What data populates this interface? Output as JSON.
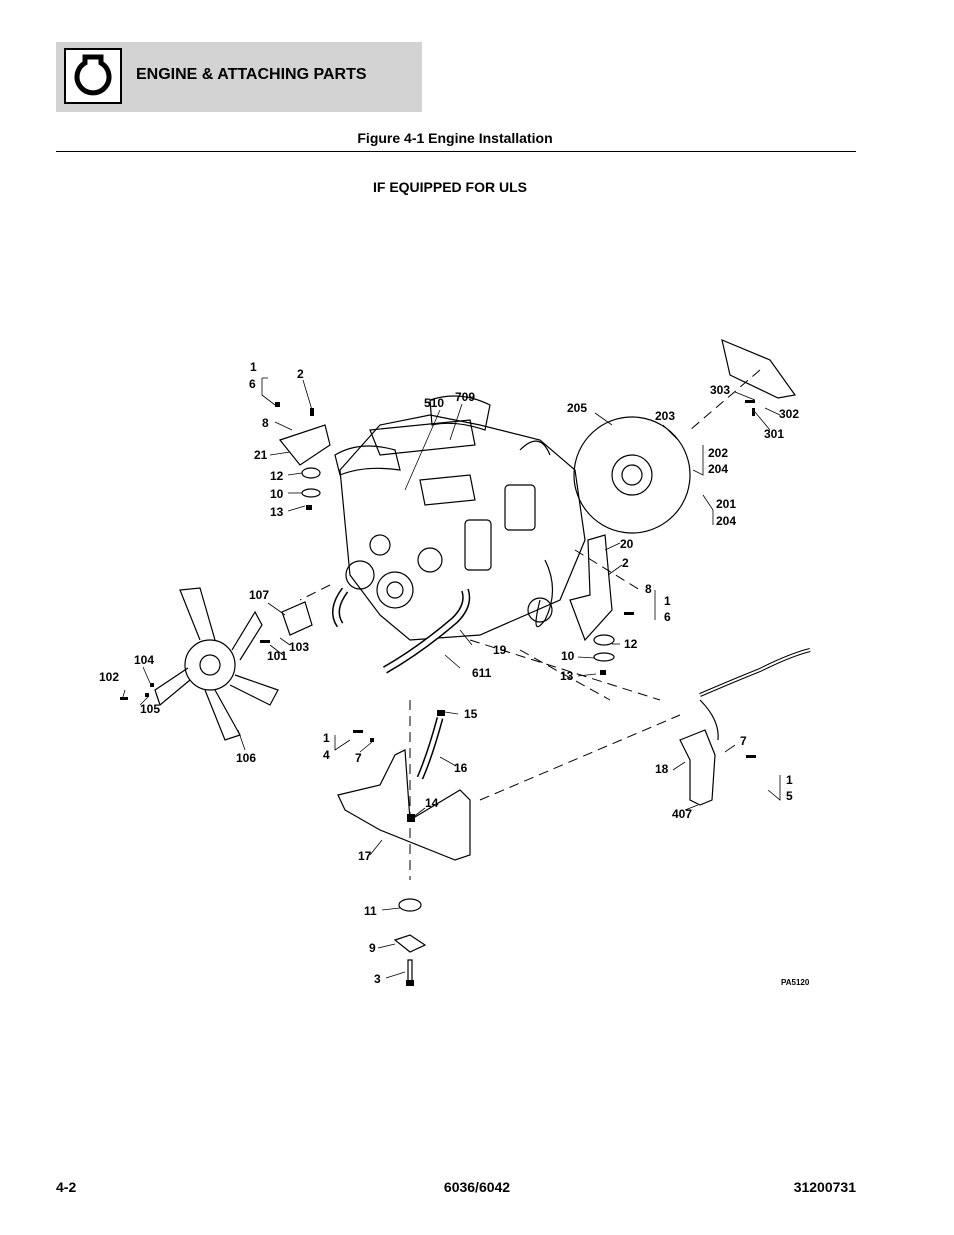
{
  "header": {
    "section_title": "ENGINE & ATTACHING PARTS",
    "icon": "engine-block-icon"
  },
  "figure": {
    "title": "Figure 4-1 Engine Installation",
    "subtitle": "IF EQUIPPED FOR ULS",
    "drawing_code": "PA5120"
  },
  "callouts": {
    "c1": "1",
    "c6": "6",
    "c2": "2",
    "c8": "8",
    "c21": "21",
    "c12": "12",
    "c10": "10",
    "c13": "13",
    "c510": "510",
    "c709": "709",
    "c205": "205",
    "c203": "203",
    "c303": "303",
    "c302": "302",
    "c301": "301",
    "c202": "202",
    "c204a": "204",
    "c201": "201",
    "c204b": "204",
    "c20": "20",
    "c2b": "2",
    "c8b": "8",
    "c1b": "1",
    "c6b": "6",
    "c12b": "12",
    "c10b": "10",
    "c13b": "13",
    "c107": "107",
    "c103": "103",
    "c101": "101",
    "c19": "19",
    "c611": "611",
    "c104": "104",
    "c102": "102",
    "c105": "105",
    "c106": "106",
    "c1c": "1",
    "c4": "4",
    "c7": "7",
    "c15": "15",
    "c16": "16",
    "c14": "14",
    "c17": "17",
    "c7b": "7",
    "c18": "18",
    "c1d": "1",
    "c5": "5",
    "c407": "407",
    "c11": "11",
    "c9": "9",
    "c3": "3"
  },
  "footer": {
    "page_number": "4-2",
    "model": "6036/6042",
    "doc_number": "31200731"
  }
}
